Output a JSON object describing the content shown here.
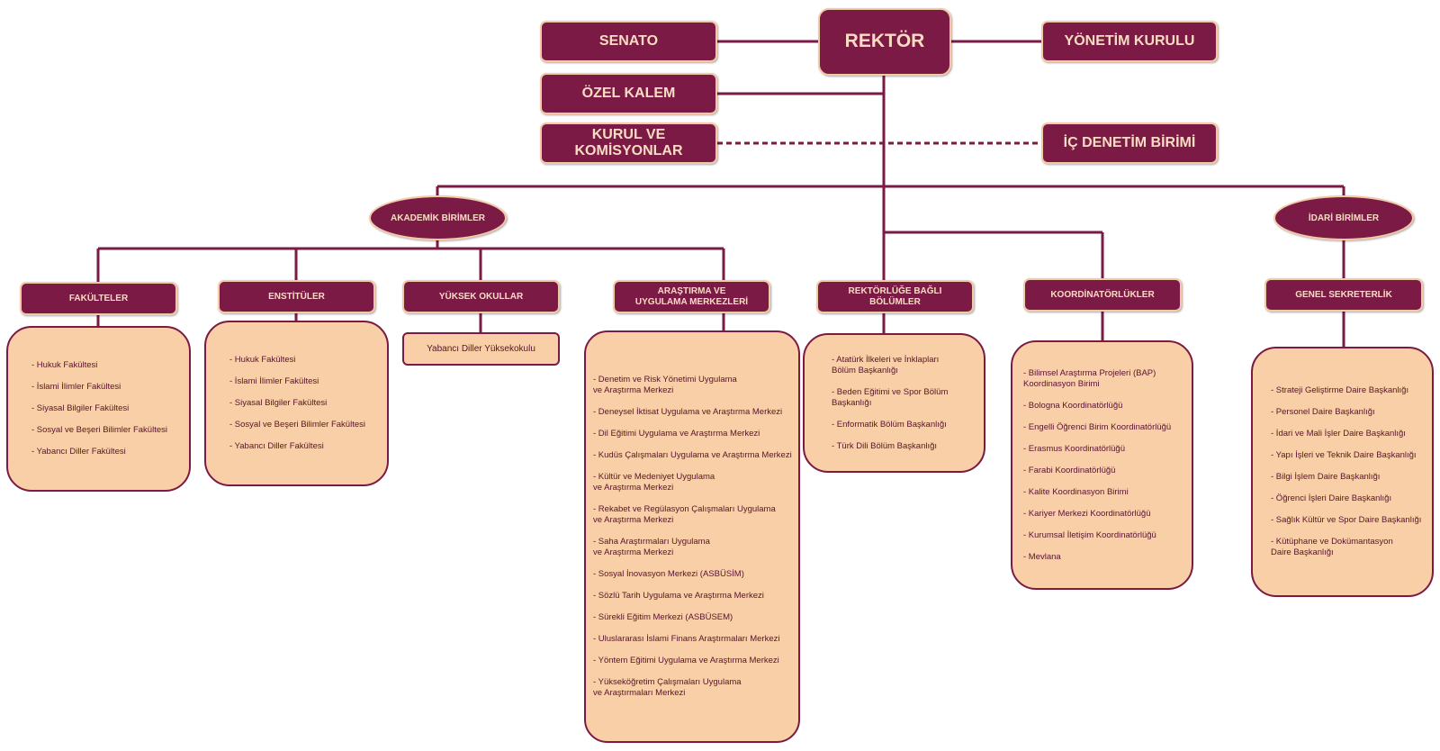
{
  "top": {
    "rektor": "REKTÖR",
    "senato": "SENATO",
    "yonetim_kurulu": "YÖNETİM KURULU",
    "ozel_kalem": "ÖZEL KALEM",
    "kurul_komisyonlar": "KURUL VE KOMİSYONLAR",
    "ic_denetim": "İÇ DENETİM BİRİMİ"
  },
  "groups": {
    "akademik": "AKADEMİK BİRİMLER",
    "idari": "İDARİ BİRİMLER"
  },
  "units": {
    "fakulteler": "FAKÜLTELER",
    "enstituler": "ENSTİTÜLER",
    "yuksek_okullar": "YÜKSEK OKULLAR",
    "arastirma": "ARAŞTIRMA VE UYGULAMA MERKEZLERİ",
    "rektorluge_bagli": "REKTÖRLÜĞE BAĞLI BÖLÜMLER",
    "koordinatorlukler": "KOORDİNATÖRLÜKLER",
    "genel_sekreterlik": "GENEL SEKRETERLİK"
  },
  "lists": {
    "fakulteler": [
      "- Hukuk Fakültesi",
      "- İslami İlimler Fakültesi",
      "- Siyasal Bilgiler Fakültesi",
      "- Sosyal ve Beşeri Bilimler Fakültesi",
      "- Yabancı Diller Fakültesi"
    ],
    "enstituler": [
      "- Hukuk Fakültesi",
      "- İslami İlimler Fakültesi",
      "- Siyasal Bilgiler Fakültesi",
      "- Sosyal ve Beşeri Bilimler Fakültesi",
      "- Yabancı Diller Fakültesi"
    ],
    "yuksek_okullar": "Yabancı Diller Yüksekokulu",
    "arastirma": [
      "- Denetim ve Risk Yönetimi Uygulama\n  ve Araştırma Merkezi",
      "- Deneysel İktisat Uygulama ve Araştırma Merkezi",
      "- Dil Eğitimi Uygulama ve Araştırma Merkezi",
      "- Kudüs Çalışmaları Uygulama ve Araştırma Merkezi",
      "- Kültür ve Medeniyet Uygulama\n  ve Araştırma Merkezi",
      "- Rekabet ve Regülasyon Çalışmaları Uygulama\n  ve Araştırma Merkezi",
      "- Saha Araştırmaları Uygulama\n  ve Araştırma Merkezi",
      "- Sosyal İnovasyon Merkezi (ASBÜSİM)",
      "- Sözlü Tarih Uygulama ve Araştırma Merkezi",
      "- Sürekli Eğitim Merkezi (ASBÜSEM)",
      "- Uluslararası İslami Finans Araştırmaları Merkezi",
      "- Yöntem Eğitimi Uygulama ve Araştırma Merkezi",
      "- Yükseköğretim Çalışmaları Uygulama\n  ve Araştırmaları Merkezi"
    ],
    "rektorluge_bagli": [
      "- Atatürk İlkeleri ve İnklapları\n  Bölüm Başkanlığı",
      "- Beden Eğitimi ve Spor Bölüm\n  Başkanlığı",
      "- Enformatik Bölüm Başkanlığı",
      "- Türk Dili Bölüm Başkanlığı"
    ],
    "koordinatorlukler": [
      "- Bilimsel Araştırma Projeleri (BAP)\n  Koordinasyon Birimi",
      "- Bologna Koordinatörlüğü",
      "- Engelli Öğrenci Birim Koordinatörlüğü",
      "- Erasmus Koordinatörlüğü",
      "- Farabi Koordinatörlüğü",
      "- Kalite Koordinasyon Birimi",
      "- Kariyer Merkezi Koordinatörlüğü",
      "- Kurumsal İletişim Koordinatörlüğü",
      "- Mevlana"
    ],
    "genel_sekreterlik": [
      "- Strateji Geliştirme Daire Başkanlığı",
      "- Personel Daire Başkanlığı",
      "- İdari ve Mali İşler Daire Başkanlığı",
      "- Yapı İşleri ve Teknik Daire Başkanlığı",
      "- Bilgi İşlem Daire Başkanlığı",
      "- Öğrenci İşleri Daire Başkanlığı",
      "- Sağlık Kültür ve Spor Daire Başkanlığı",
      "- Kütüphane ve Dokümantasyon\n  Daire Başkanlığı"
    ]
  },
  "colors": {
    "primary": "#7a1a45",
    "text_light": "#f9dcc2",
    "panel_fill": "#f8cfa6",
    "border_light": "#f3c9a6"
  }
}
